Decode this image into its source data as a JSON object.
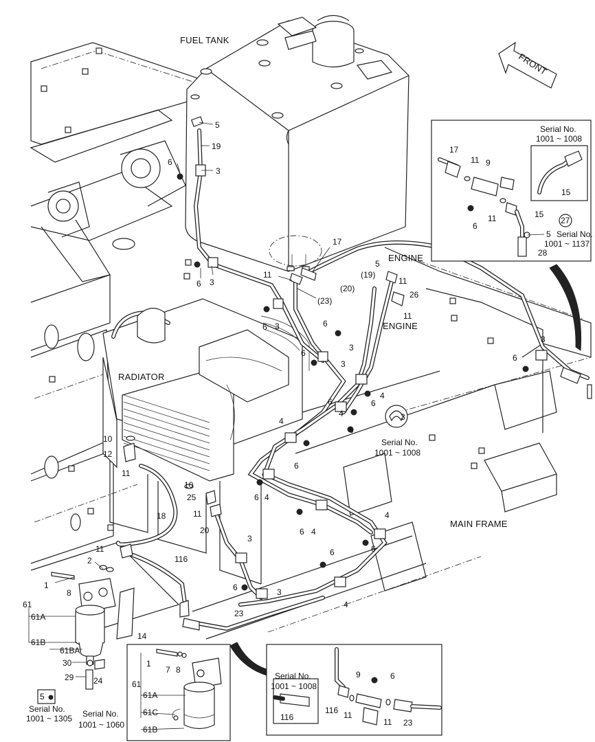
{
  "labels": {
    "fuel_tank": "FUEL TANK",
    "front": "FRONT",
    "radiator": "RADIATOR",
    "engine_1": "ENGINE",
    "engine_2": "ENGINE",
    "main_frame": "MAIN FRAME"
  },
  "callouts": {
    "p5a": "5",
    "p19": "19",
    "p6a": "6",
    "p3a": "3",
    "p6b": "6",
    "p3b": "3",
    "p11a": "11",
    "p17": "17",
    "p23a": "(23)",
    "p6c": "6",
    "p3c": "3",
    "p5b": "5",
    "p19b": "(19)",
    "p20b": "(20)",
    "p11b": "11",
    "p26": "26",
    "p11c": "11",
    "p6d": "6",
    "p3d": "3",
    "p6e": "6",
    "p3e": "3",
    "p6f": "6",
    "p4a": "4",
    "p6g": "6",
    "p4b": "4",
    "p6h": "6",
    "p4c": "4",
    "p6i": "6",
    "p6j": "6",
    "p4d": "4",
    "p6k": "6",
    "p4e": "4",
    "p6l": "6",
    "p3f": "3",
    "p6m": "6",
    "p4f": "4",
    "p6n": "6",
    "p3g": "3",
    "p6o": "6",
    "p3h": "3",
    "p10a": "10",
    "p12": "12",
    "p11d": "11",
    "p10b": "10",
    "p25": "25",
    "p11e": "11",
    "p18": "18",
    "p20": "20",
    "p116": "116",
    "p23b": "23",
    "p11f": "11",
    "p2": "2",
    "p1": "1",
    "p8": "8",
    "p61": "61",
    "p61A": "61A",
    "p61B": "61B",
    "p61BA": "61BA",
    "p14": "14",
    "p30": "30",
    "p29": "29",
    "p24": "24",
    "p5c": "5"
  },
  "inset_top_right": {
    "serial": "Serial No.",
    "serial_range": "1001 ~ 1008",
    "p17": "17",
    "p11a": "11",
    "p9": "9",
    "p6": "6",
    "p11b": "11",
    "p15a": "15",
    "p15b": "15",
    "p5": "5",
    "p27": "27",
    "serial2": "Serial No.",
    "serial2_range": "1001 ~ 1137",
    "p28": "28"
  },
  "clamp_note": {
    "p3": "3",
    "serial": "Serial No.",
    "range": "1001 ~ 1008"
  },
  "filter_notes": {
    "p5": "5",
    "serial_a": "Serial No.",
    "range_a": "1001 ~ 1305",
    "serial_b": "Serial No.",
    "range_b": "1001 ~ 1060"
  },
  "inset_bottom_center": {
    "p1": "1",
    "p7": "7",
    "p8": "8",
    "p61": "61",
    "p61A": "61A",
    "p61C": "61C",
    "p61B": "61B"
  },
  "inset_bottom_right": {
    "serial": "Serial No.",
    "range": "1001 ~ 1008",
    "p116box": "116",
    "p9": "9",
    "p6": "6",
    "p116": "116",
    "p11a": "11",
    "p11b": "11",
    "p23": "23"
  }
}
